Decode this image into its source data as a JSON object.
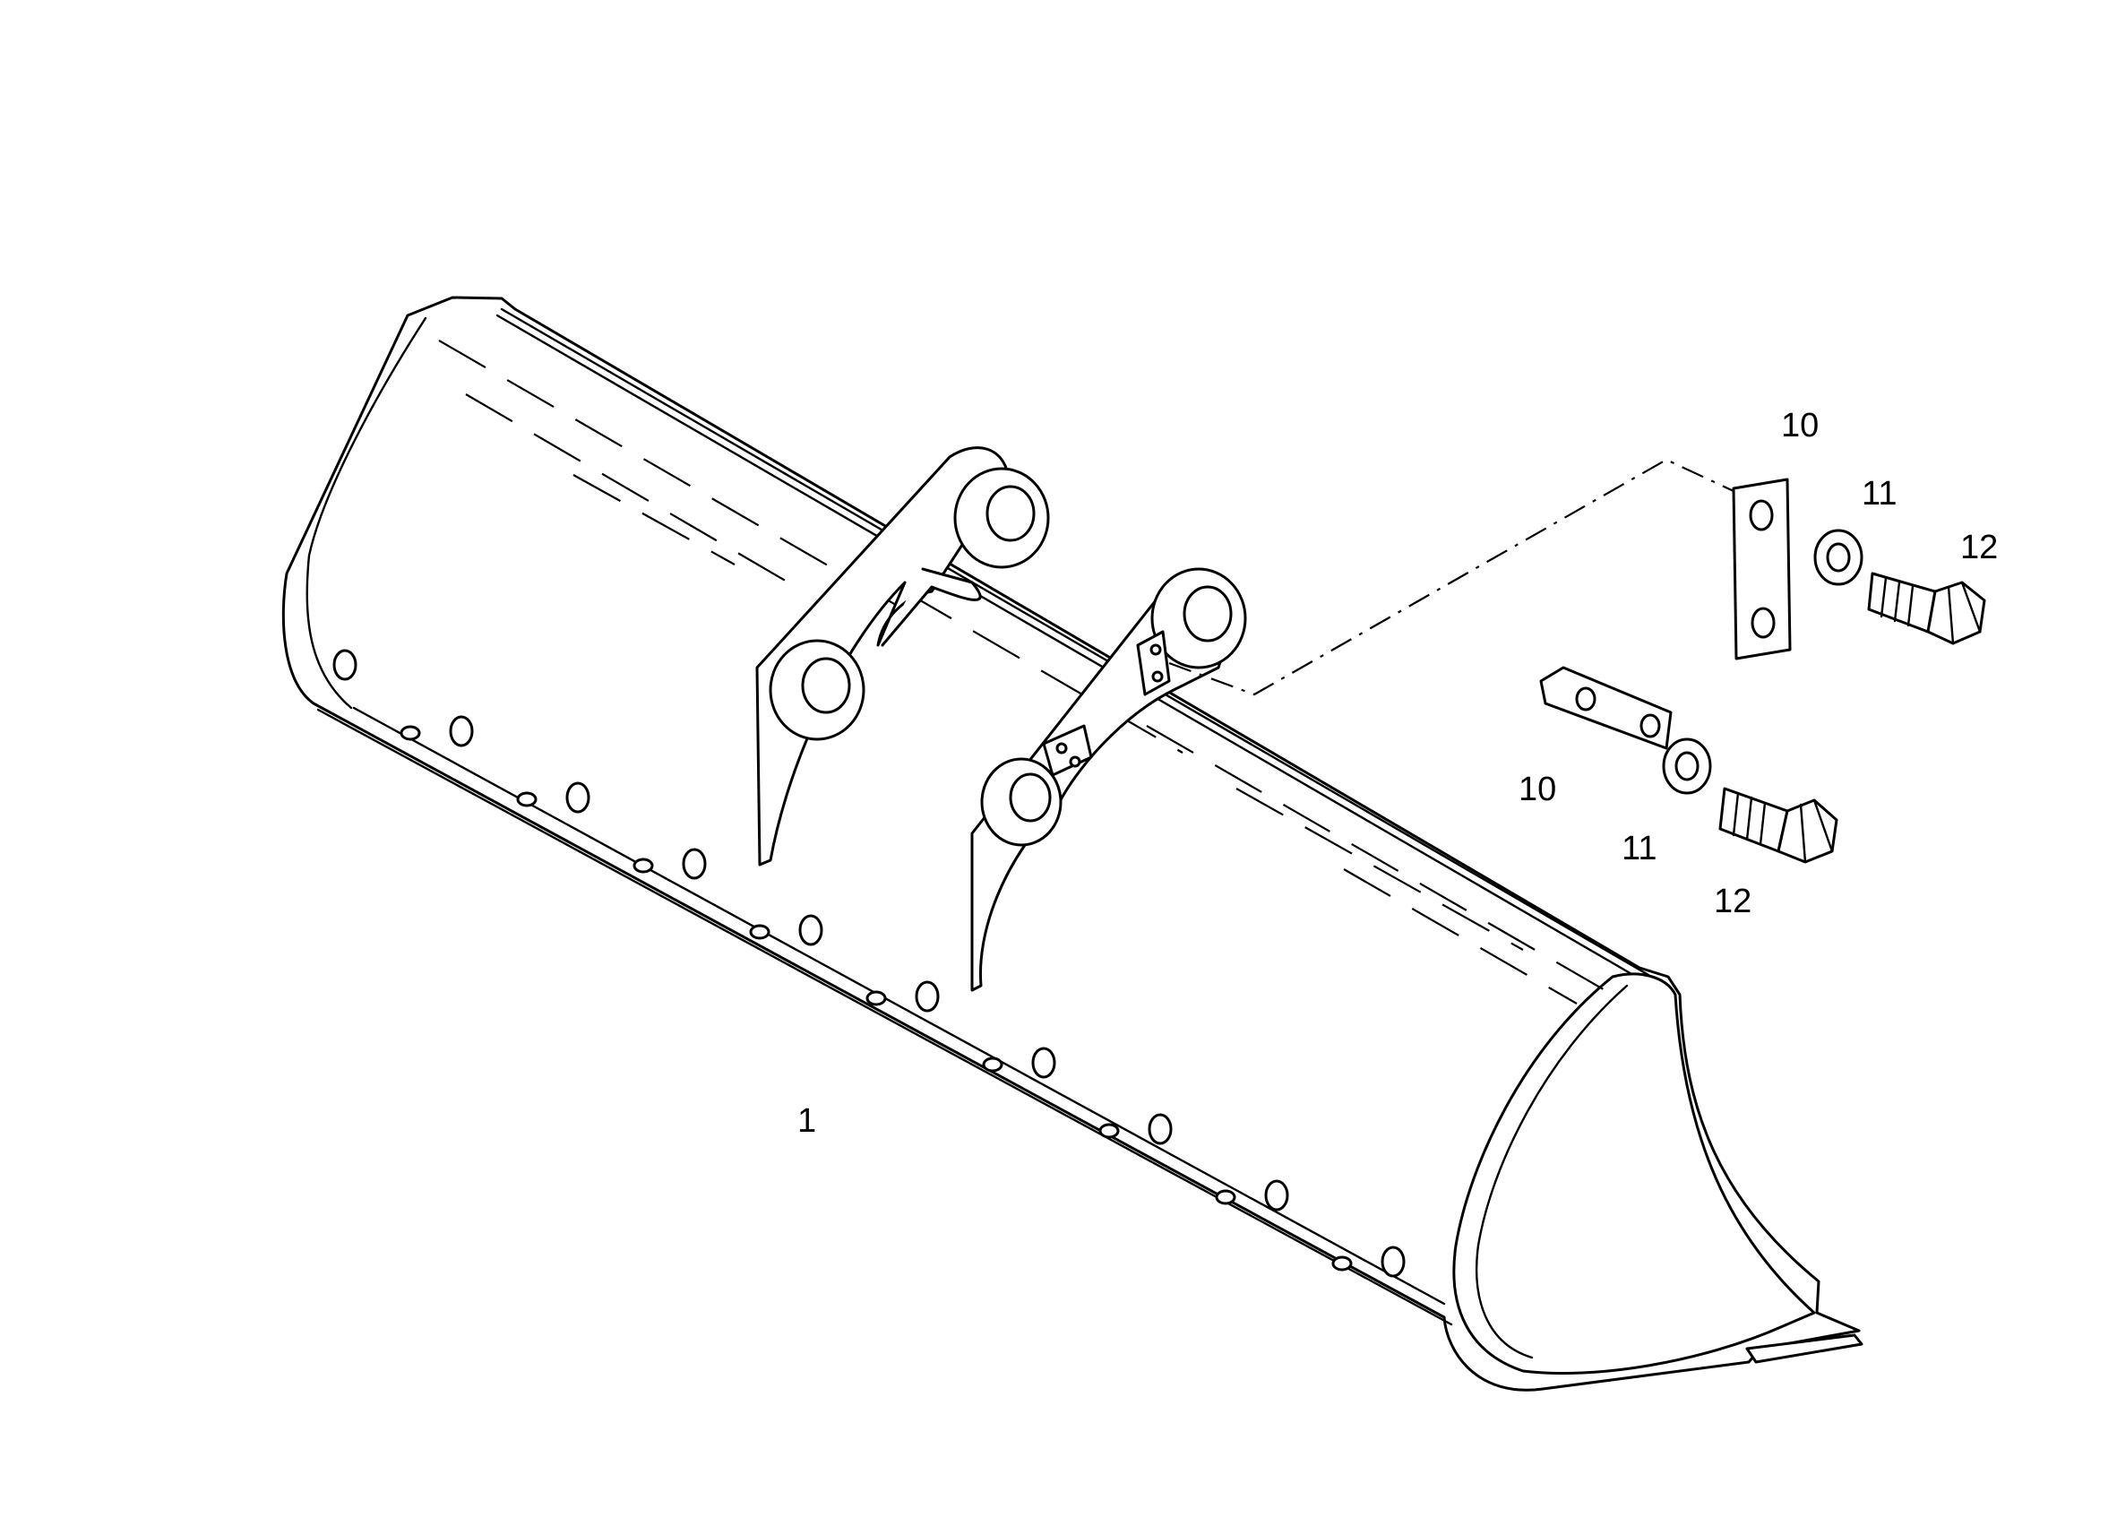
{
  "callouts": {
    "bucket": "1",
    "plate_top": "10",
    "washer_top": "11",
    "bolt_top": "12",
    "plate_bottom": "10",
    "washer_bottom": "11",
    "bolt_bottom": "12"
  },
  "colors": {
    "line": "#000000",
    "background": "#ffffff"
  }
}
